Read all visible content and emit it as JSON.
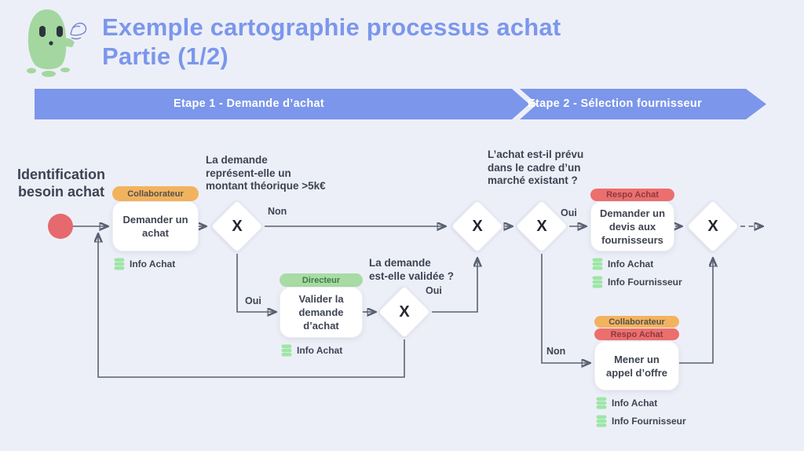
{
  "header": {
    "title_line1": "Exemple cartographie processus achat",
    "title_line2": "Partie (1/2)"
  },
  "banner": {
    "step1": "Etape 1 - Demande d’achat",
    "step2": "Etape 2 - Sélection fournisseur"
  },
  "colors": {
    "background": "#edeff8",
    "title_blue": "#7b97ec",
    "banner_blue": "#7b96ea",
    "start_red": "#e5696d",
    "badge_orange": "#f2b35f",
    "badge_green": "#a9dba4",
    "badge_red": "#ec6f6e",
    "datastore_green": "#9de6a6",
    "text_dark": "#3d4353",
    "connector_gray": "#5a6170"
  },
  "flow": {
    "start_label_line1": "Identification",
    "start_label_line2": "besoin achat",
    "gateway_symbol": "X",
    "questions": {
      "q1_line1": "La demande",
      "q1_line2": "représent-elle un",
      "q1_line3": "montant théorique >5k€",
      "q2_line1": "La demande",
      "q2_line2": "est-elle validée ?",
      "q3_line1": "L’achat est-il prévu",
      "q3_line2": "dans le cadre d’un",
      "q3_line3": "marché existant ?"
    },
    "edge_labels": {
      "gw1_non": "Non",
      "gw1_oui": "Oui",
      "gw2_oui": "Oui",
      "gw4_oui": "Oui",
      "gw4_non": "Non"
    },
    "tasks": {
      "t1": {
        "badge": "Collaborateur",
        "line1": "Demander un",
        "line2": "achat",
        "ds1": "Info Achat"
      },
      "t2": {
        "badge": "Directeur",
        "line1": "Valider la",
        "line2": "demande",
        "line3": "d’achat",
        "ds1": "Info Achat"
      },
      "t3": {
        "badge": "Respo Achat",
        "line1": "Demander un",
        "line2": "devis aux",
        "line3": "fournisseurs",
        "ds1": "Info Achat",
        "ds2": "Info Fournisseur"
      },
      "t4": {
        "badge1": "Collaborateur",
        "badge2": "Respo Achat",
        "line1": "Mener un",
        "line2": "appel d’offre",
        "ds1": "Info Achat",
        "ds2": "Info Fournisseur"
      }
    }
  }
}
